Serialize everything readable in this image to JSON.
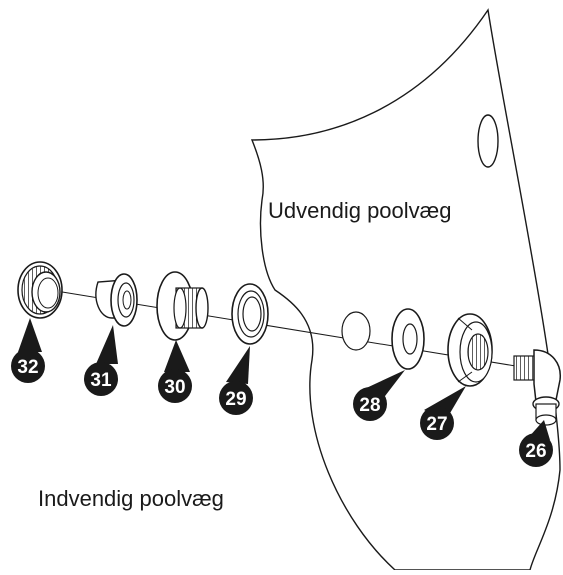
{
  "labels": {
    "outside_wall": "Udvendig poolvæg",
    "inside_wall": "Indvendig poolvæg"
  },
  "parts": [
    "32",
    "31",
    "30",
    "29",
    "28",
    "27",
    "26"
  ],
  "colors": {
    "ink": "#1a1a1a",
    "badge": "#1a1a1a",
    "badge_text": "#ffffff",
    "paper": "#ffffff"
  }
}
